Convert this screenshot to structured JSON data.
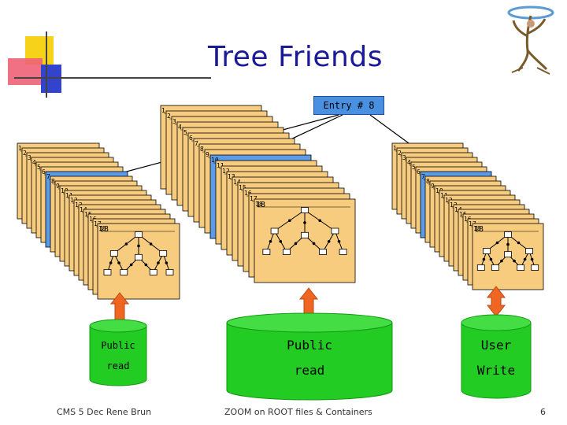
{
  "title": "Tree Friends",
  "entry_label": "Entry # 8",
  "stacks": {
    "left": {
      "top_labels": [
        "1",
        "2",
        "3",
        "4",
        "5",
        "6",
        "7",
        "8",
        "9",
        "10",
        "11",
        "12",
        "13",
        "14",
        "15",
        "16",
        "17",
        "18"
      ],
      "bottom_label": "18"
    },
    "middle": {
      "top_labels": [
        "1",
        "2",
        "3",
        "4",
        "5",
        "6",
        "7",
        "8",
        "9",
        "10",
        "11",
        "12",
        "13",
        "14",
        "15",
        "16",
        "17",
        "18"
      ],
      "bottom_label": "18"
    },
    "right": {
      "top_labels": [
        "1",
        "2",
        "3",
        "4",
        "5",
        "6",
        "7",
        "8",
        "9",
        "10",
        "11",
        "12",
        "13",
        "14",
        "15",
        "16",
        "17",
        "18"
      ],
      "bottom_label": "18"
    }
  },
  "databases": {
    "left": {
      "line1": "Public",
      "line2": "read"
    },
    "middle": {
      "line1": "Public",
      "line2": "read"
    },
    "right": {
      "line1": "User",
      "line2": "Write"
    }
  },
  "footer": {
    "left": "CMS 5 Dec  Rene Brun",
    "center": "ZOOM on ROOT files & Containers",
    "page": "6"
  },
  "colors": {
    "title": "#1a1a99",
    "card_fill": "#f8cc7e",
    "card_highlight": "#5b9be8",
    "cylinder_green": "#22cc22",
    "arrow_orange": "#ee6622",
    "entry_box": "#4a90e0"
  }
}
